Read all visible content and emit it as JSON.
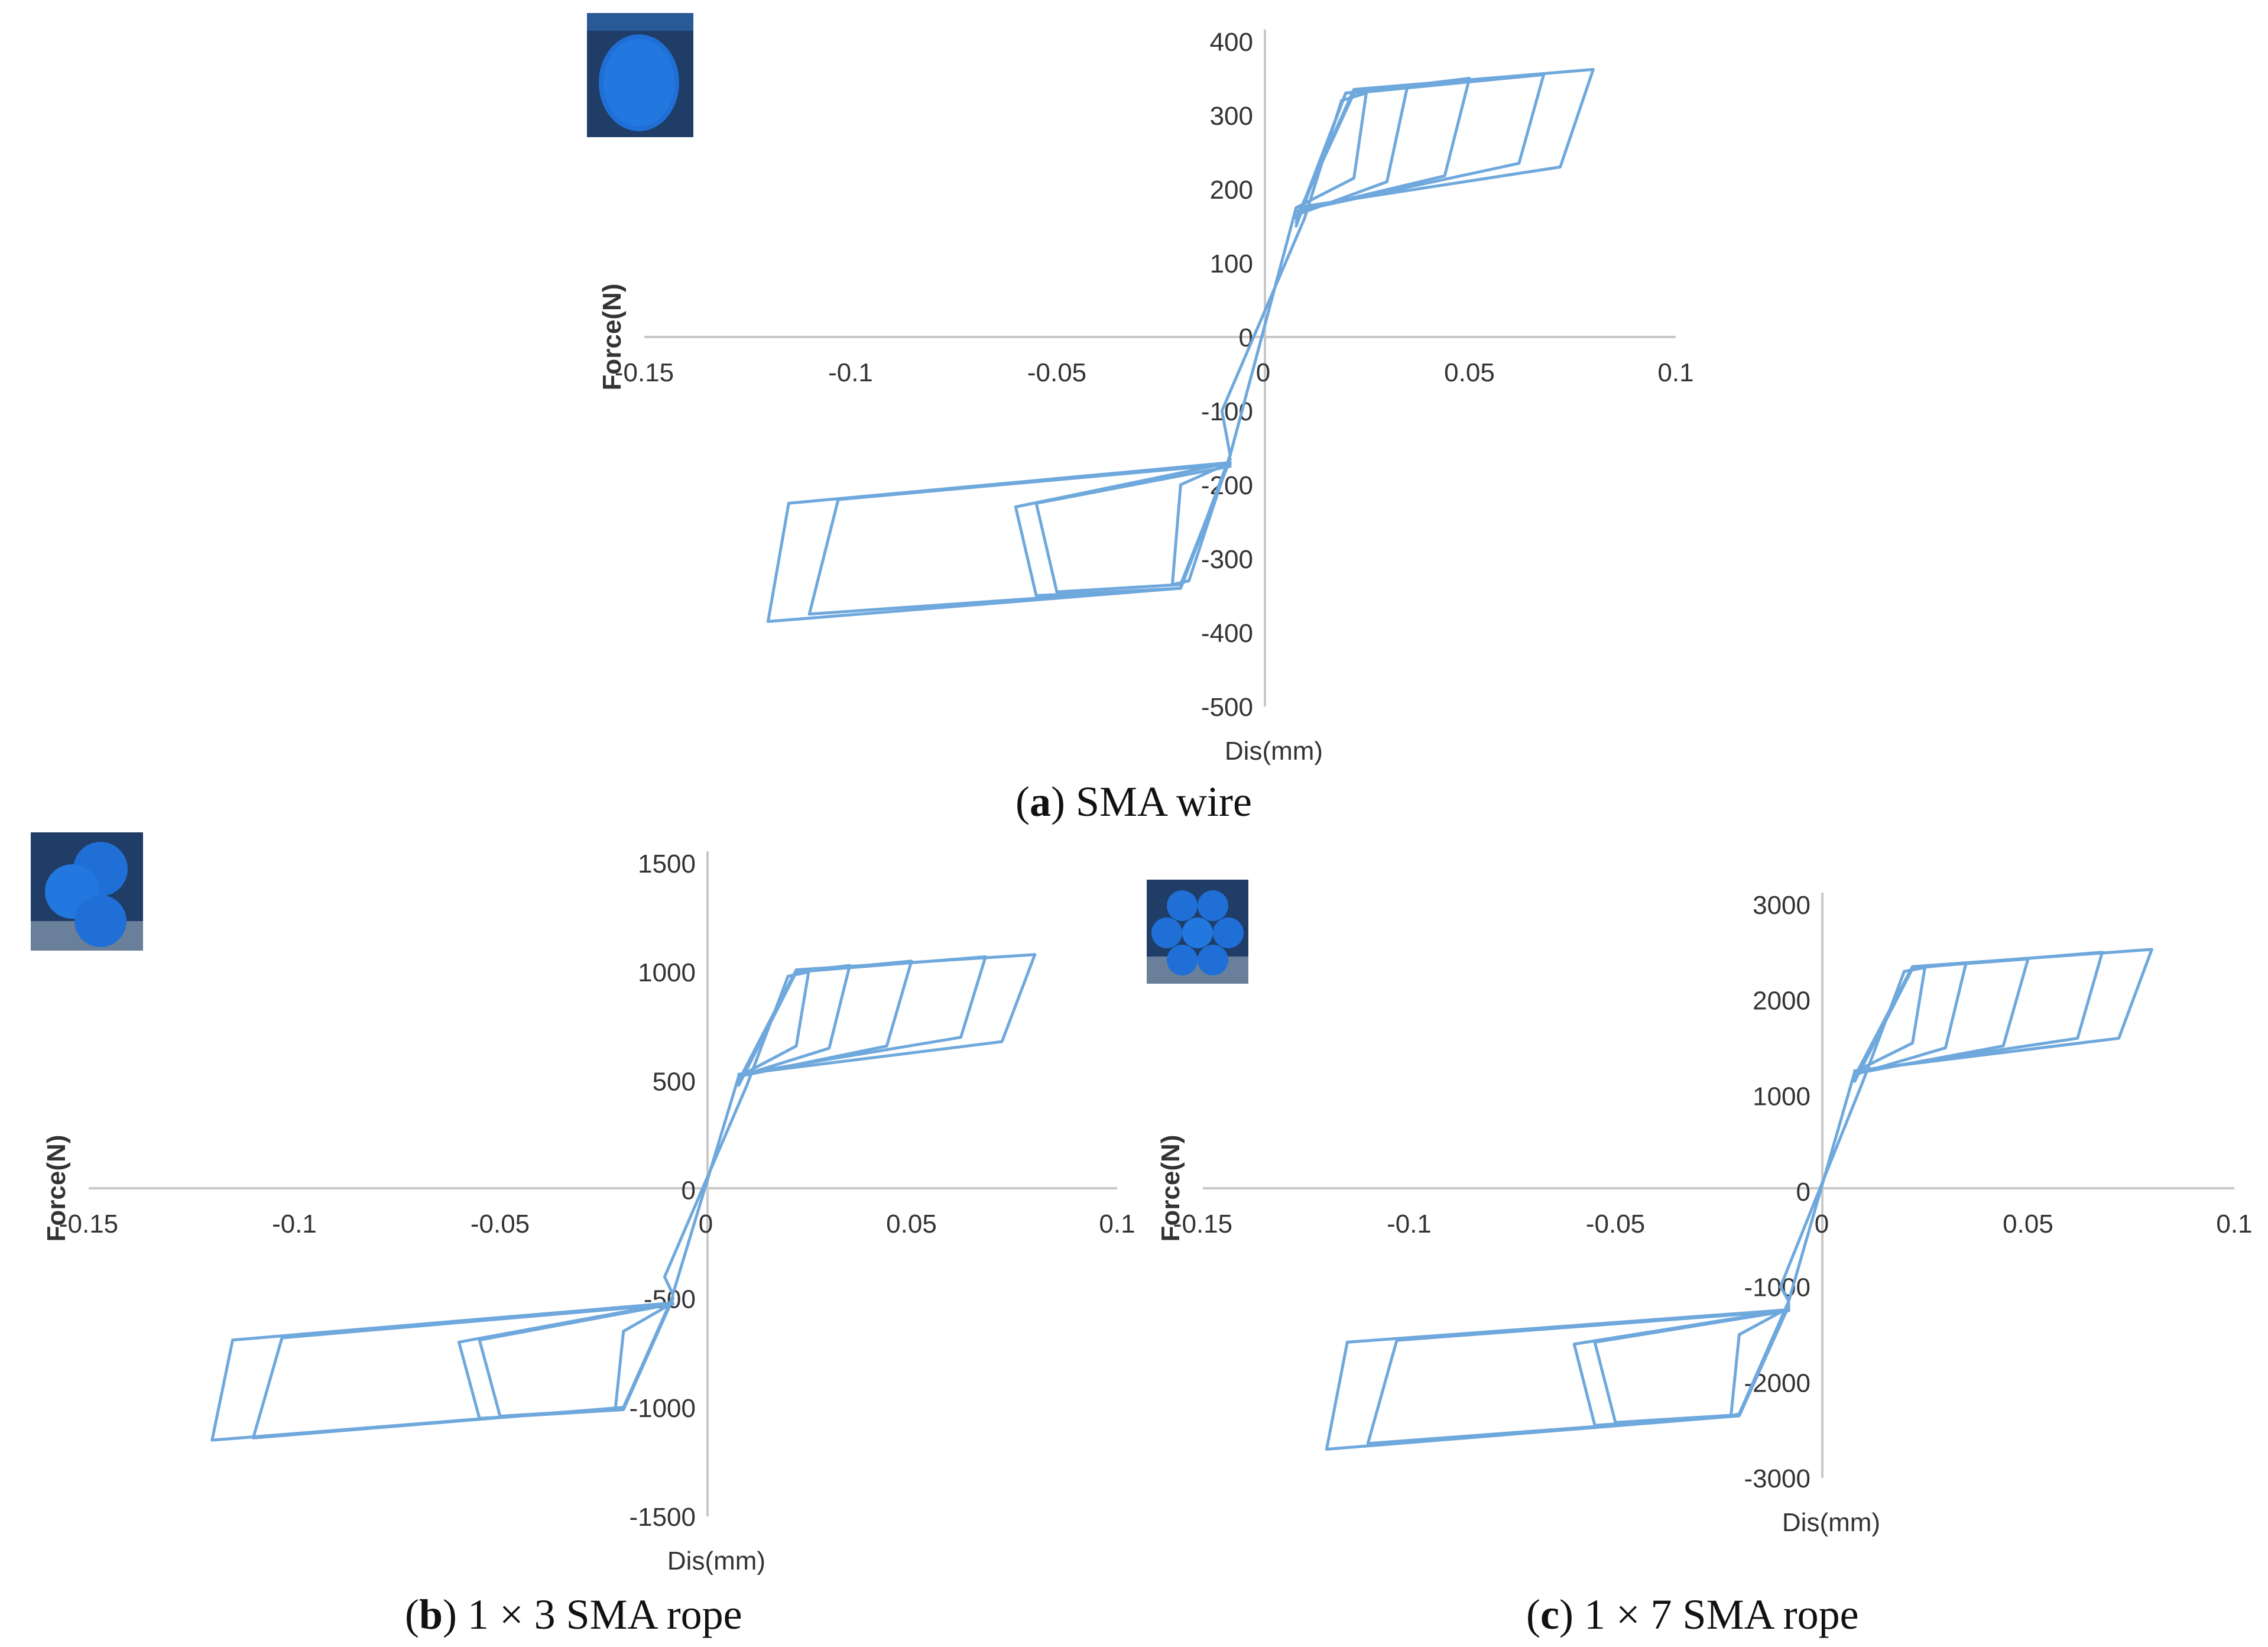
{
  "colors": {
    "curve": "#6fa8dc",
    "axis": "#c8c8c8",
    "thumb_bg": "#1f3d66",
    "strand": "#1f6fd6"
  },
  "panels": [
    {
      "id": "a",
      "caption_letter": "a",
      "caption_text": "SMA wire",
      "thumb_icon": "single-wire-cross-section-icon",
      "chart_data": {
        "type": "line",
        "xlabel": "Dis(mm)",
        "ylabel": "Force(N)",
        "xlim": [
          -0.15,
          0.1
        ],
        "ylim": [
          -500,
          400
        ],
        "xticks": [
          "-0.15",
          "-0.1",
          "-0.05",
          "0",
          "0.05",
          "0.1"
        ],
        "xtick_values": [
          -0.15,
          -0.1,
          -0.05,
          0,
          0.05,
          0.1
        ],
        "yticks": [
          "400",
          "300",
          "200",
          "100",
          "0",
          "-100",
          "-200",
          "-300",
          "-400",
          "-500"
        ],
        "ytick_values": [
          400,
          300,
          200,
          100,
          0,
          -100,
          -200,
          -300,
          -400,
          -500
        ],
        "grid": false,
        "series": [
          {
            "loops": [
              {
                "x": [
                  -0.01,
                  0.01,
                  0.019,
                  0.025,
                  0.022,
                  0.008,
                  -0.008,
                  -0.01
                ],
                "y": [
                  -100,
                  160,
                  320,
                  330,
                  215,
                  175,
                  -160,
                  -100
                ]
              },
              {
                "x": [
                  0.008,
                  0.02,
                  0.035,
                  0.03,
                  0.008
                ],
                "y": [
                  150,
                  330,
                  340,
                  210,
                  165
                ]
              },
              {
                "x": [
                  0.008,
                  0.02,
                  0.05,
                  0.044,
                  0.008
                ],
                "y": [
                  155,
                  330,
                  350,
                  218,
                  170
                ]
              },
              {
                "x": [
                  0.008,
                  0.022,
                  0.068,
                  0.062,
                  0.008
                ],
                "y": [
                  160,
                  330,
                  355,
                  235,
                  170
                ]
              },
              {
                "x": [
                  0.008,
                  0.022,
                  0.08,
                  0.072,
                  0.008
                ],
                "y": [
                  160,
                  335,
                  362,
                  230,
                  175
                ]
              },
              {
                "x": [
                  -0.008,
                  -0.018,
                  -0.022,
                  -0.02,
                  -0.008
                ],
                "y": [
                  -160,
                  -330,
                  -335,
                  -200,
                  -170
                ]
              },
              {
                "x": [
                  -0.008,
                  -0.02,
                  -0.055,
                  -0.06,
                  -0.008
                ],
                "y": [
                  -160,
                  -340,
                  -350,
                  -230,
                  -170
                ]
              },
              {
                "x": [
                  -0.008,
                  -0.02,
                  -0.05,
                  -0.055,
                  -0.008
                ],
                "y": [
                  -165,
                  -335,
                  -345,
                  -225,
                  -175
                ]
              },
              {
                "x": [
                  -0.008,
                  -0.02,
                  -0.12,
                  -0.115,
                  -0.008
                ],
                "y": [
                  -165,
                  -340,
                  -385,
                  -225,
                  -170
                ]
              },
              {
                "x": [
                  -0.008,
                  -0.02,
                  -0.11,
                  -0.103,
                  -0.008
                ],
                "y": [
                  -165,
                  -340,
                  -375,
                  -220,
                  -172
                ]
              }
            ]
          }
        ]
      }
    },
    {
      "id": "b",
      "caption_letter": "b",
      "caption_text": "1 × 3 SMA rope",
      "thumb_icon": "three-strand-rope-cross-section-icon",
      "chart_data": {
        "type": "line",
        "xlabel": "Dis(mm)",
        "ylabel": "Force(N)",
        "xlim": [
          -0.15,
          0.1
        ],
        "ylim": [
          -1500,
          1500
        ],
        "xticks": [
          "-0.15",
          "-0.1",
          "-0.05",
          "0",
          "0.05",
          "0.1"
        ],
        "xtick_values": [
          -0.15,
          -0.1,
          -0.05,
          0,
          0.05,
          0.1
        ],
        "yticks": [
          "1500",
          "1000",
          "500",
          "0",
          "-500",
          "-1000",
          "-1500"
        ],
        "ytick_values": [
          1500,
          1000,
          500,
          0,
          -500,
          -1000,
          -1500
        ],
        "grid": false,
        "series": [
          {
            "loops": [
              {
                "x": [
                  -0.01,
                  0.01,
                  0.02,
                  0.025,
                  0.022,
                  0.008,
                  -0.008,
                  -0.01
                ],
                "y": [
                  -400,
                  480,
                  980,
                  1000,
                  660,
                  520,
                  -480,
                  -400
                ]
              },
              {
                "x": [
                  0.008,
                  0.022,
                  0.035,
                  0.03,
                  0.008
                ],
                "y": [
                  480,
                  1000,
                  1030,
                  650,
                  520
                ]
              },
              {
                "x": [
                  0.008,
                  0.022,
                  0.05,
                  0.044,
                  0.008
                ],
                "y": [
                  490,
                  1000,
                  1050,
                  660,
                  520
                ]
              },
              {
                "x": [
                  0.008,
                  0.022,
                  0.068,
                  0.062,
                  0.008
                ],
                "y": [
                  500,
                  1000,
                  1070,
                  700,
                  530
                ]
              },
              {
                "x": [
                  0.008,
                  0.022,
                  0.08,
                  0.072,
                  0.008
                ],
                "y": [
                  500,
                  1010,
                  1080,
                  680,
                  530
                ]
              },
              {
                "x": [
                  -0.008,
                  -0.02,
                  -0.022,
                  -0.02,
                  -0.008
                ],
                "y": [
                  -490,
                  -1000,
                  -1010,
                  -650,
                  -520
                ]
              },
              {
                "x": [
                  -0.008,
                  -0.02,
                  -0.055,
                  -0.06,
                  -0.008
                ],
                "y": [
                  -500,
                  -1010,
                  -1050,
                  -700,
                  -520
                ]
              },
              {
                "x": [
                  -0.008,
                  -0.02,
                  -0.05,
                  -0.055,
                  -0.008
                ],
                "y": [
                  -500,
                  -1005,
                  -1040,
                  -690,
                  -525
                ]
              },
              {
                "x": [
                  -0.008,
                  -0.02,
                  -0.12,
                  -0.115,
                  -0.008
                ],
                "y": [
                  -500,
                  -1000,
                  -1150,
                  -690,
                  -520
                ]
              },
              {
                "x": [
                  -0.008,
                  -0.02,
                  -0.11,
                  -0.103,
                  -0.008
                ],
                "y": [
                  -500,
                  -1000,
                  -1140,
                  -680,
                  -525
                ]
              }
            ]
          }
        ]
      }
    },
    {
      "id": "c",
      "caption_letter": "c",
      "caption_text": "1 × 7 SMA rope",
      "thumb_icon": "seven-strand-rope-cross-section-icon",
      "chart_data": {
        "type": "line",
        "xlabel": "Dis(mm)",
        "ylabel": "Force(N)",
        "xlim": [
          -0.15,
          0.1
        ],
        "ylim": [
          -3000,
          3000
        ],
        "xticks": [
          "-0.15",
          "-0.1",
          "-0.05",
          "0",
          "0.05",
          "0.1"
        ],
        "xtick_values": [
          -0.15,
          -0.1,
          -0.05,
          0,
          0.05,
          0.1
        ],
        "yticks": [
          "3000",
          "2000",
          "1000",
          "0",
          "-1000",
          "-2000",
          "-3000"
        ],
        "ytick_values": [
          3000,
          2000,
          1000,
          0,
          -1000,
          -2000,
          -3000
        ],
        "grid": false,
        "series": [
          {
            "loops": [
              {
                "x": [
                  -0.01,
                  0.01,
                  0.02,
                  0.025,
                  0.022,
                  0.008,
                  -0.008,
                  -0.01
                ],
                "y": [
                  -1000,
                  1150,
                  2300,
                  2340,
                  1550,
                  1250,
                  -1150,
                  -1000
                ]
              },
              {
                "x": [
                  0.008,
                  0.022,
                  0.035,
                  0.03,
                  0.008
                ],
                "y": [
                  1150,
                  2330,
                  2390,
                  1500,
                  1220
                ]
              },
              {
                "x": [
                  0.008,
                  0.022,
                  0.05,
                  0.044,
                  0.008
                ],
                "y": [
                  1170,
                  2340,
                  2430,
                  1520,
                  1230
                ]
              },
              {
                "x": [
                  0.008,
                  0.022,
                  0.068,
                  0.062,
                  0.008
                ],
                "y": [
                  1190,
                  2340,
                  2500,
                  1600,
                  1250
                ]
              },
              {
                "x": [
                  0.008,
                  0.022,
                  0.08,
                  0.072,
                  0.008
                ],
                "y": [
                  1200,
                  2350,
                  2530,
                  1600,
                  1260
                ]
              },
              {
                "x": [
                  -0.008,
                  -0.02,
                  -0.022,
                  -0.02,
                  -0.008
                ],
                "y": [
                  -1150,
                  -2330,
                  -2350,
                  -1500,
                  -1220
                ]
              },
              {
                "x": [
                  -0.008,
                  -0.02,
                  -0.055,
                  -0.06,
                  -0.008
                ],
                "y": [
                  -1180,
                  -2350,
                  -2450,
                  -1600,
                  -1240
                ]
              },
              {
                "x": [
                  -0.008,
                  -0.02,
                  -0.05,
                  -0.055,
                  -0.008
                ],
                "y": [
                  -1180,
                  -2340,
                  -2420,
                  -1580,
                  -1250
                ]
              },
              {
                "x": [
                  -0.008,
                  -0.02,
                  -0.12,
                  -0.115,
                  -0.008
                ],
                "y": [
                  -1200,
                  -2350,
                  -2700,
                  -1580,
                  -1240
                ]
              },
              {
                "x": [
                  -0.008,
                  -0.02,
                  -0.11,
                  -0.103,
                  -0.008
                ],
                "y": [
                  -1200,
                  -2350,
                  -2640,
                  -1560,
                  -1250
                ]
              }
            ]
          }
        ]
      }
    }
  ]
}
